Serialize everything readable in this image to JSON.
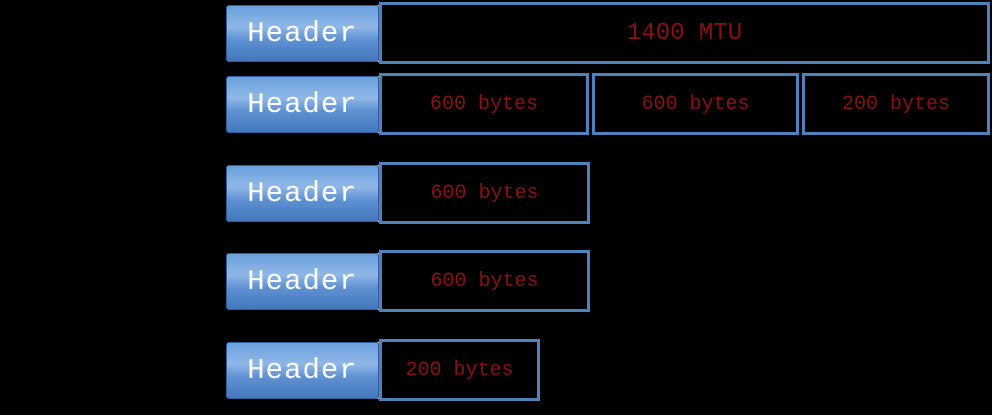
{
  "colors": {
    "background": "#000000",
    "box_border_blue": "#4f81bd",
    "value_text_red": "#8a0f13",
    "header_gradient_top": "#6ca0dc",
    "header_gradient_light": "#8fb7e8",
    "header_gradient_bottom": "#4478bd",
    "header_text": "#ffffff"
  },
  "rows": [
    {
      "header_label": "Header",
      "segments": [
        {
          "label": "1400 MTU"
        }
      ]
    },
    {
      "header_label": "Header",
      "segments": [
        {
          "label": "600 bytes"
        },
        {
          "label": "600 bytes"
        },
        {
          "label": "200 bytes"
        }
      ]
    },
    {
      "header_label": "Header",
      "segments": [
        {
          "label": "600 bytes"
        }
      ]
    },
    {
      "header_label": "Header",
      "segments": [
        {
          "label": "600 bytes"
        }
      ]
    },
    {
      "header_label": "Header",
      "segments": [
        {
          "label": "200 bytes"
        }
      ]
    }
  ]
}
